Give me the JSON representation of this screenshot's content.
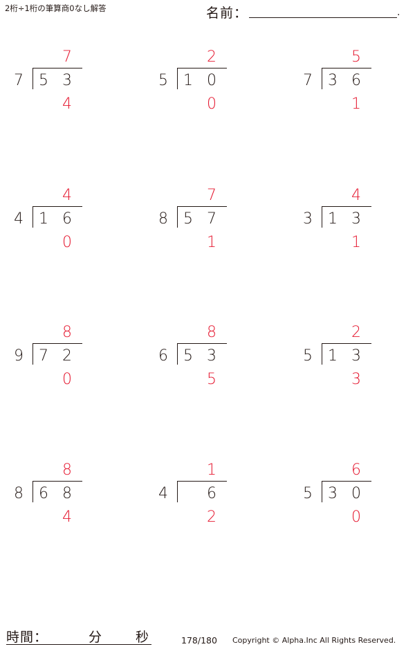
{
  "header": {
    "title": "2桁÷1桁の筆算商0なし解答",
    "name_label": "名前：",
    "name_end": "."
  },
  "accent_color": "#e5172f",
  "problems": [
    {
      "divisor": "7",
      "tens": "5",
      "ones": "3",
      "quotient": "7",
      "remainder": "4"
    },
    {
      "divisor": "5",
      "tens": "1",
      "ones": "0",
      "quotient": "2",
      "remainder": "0"
    },
    {
      "divisor": "7",
      "tens": "3",
      "ones": "6",
      "quotient": "5",
      "remainder": "1"
    },
    {
      "divisor": "4",
      "tens": "1",
      "ones": "6",
      "quotient": "4",
      "remainder": "0"
    },
    {
      "divisor": "8",
      "tens": "5",
      "ones": "7",
      "quotient": "7",
      "remainder": "1"
    },
    {
      "divisor": "3",
      "tens": "1",
      "ones": "3",
      "quotient": "4",
      "remainder": "1"
    },
    {
      "divisor": "9",
      "tens": "7",
      "ones": "2",
      "quotient": "8",
      "remainder": "0"
    },
    {
      "divisor": "6",
      "tens": "5",
      "ones": "3",
      "quotient": "8",
      "remainder": "5"
    },
    {
      "divisor": "5",
      "tens": "1",
      "ones": "3",
      "quotient": "2",
      "remainder": "3"
    },
    {
      "divisor": "8",
      "tens": "6",
      "ones": "8",
      "quotient": "8",
      "remainder": "4"
    },
    {
      "divisor": "4",
      "tens": "",
      "ones": "6",
      "quotient": "1",
      "remainder": "2"
    },
    {
      "divisor": "5",
      "tens": "3",
      "ones": "0",
      "quotient": "6",
      "remainder": "0"
    }
  ],
  "footer": {
    "time_label": "時間：",
    "minutes_label": "分",
    "seconds_label": "秒",
    "page": "178/180",
    "copyright": "Copyright © Alpha.Inc All Rights Reserved."
  }
}
